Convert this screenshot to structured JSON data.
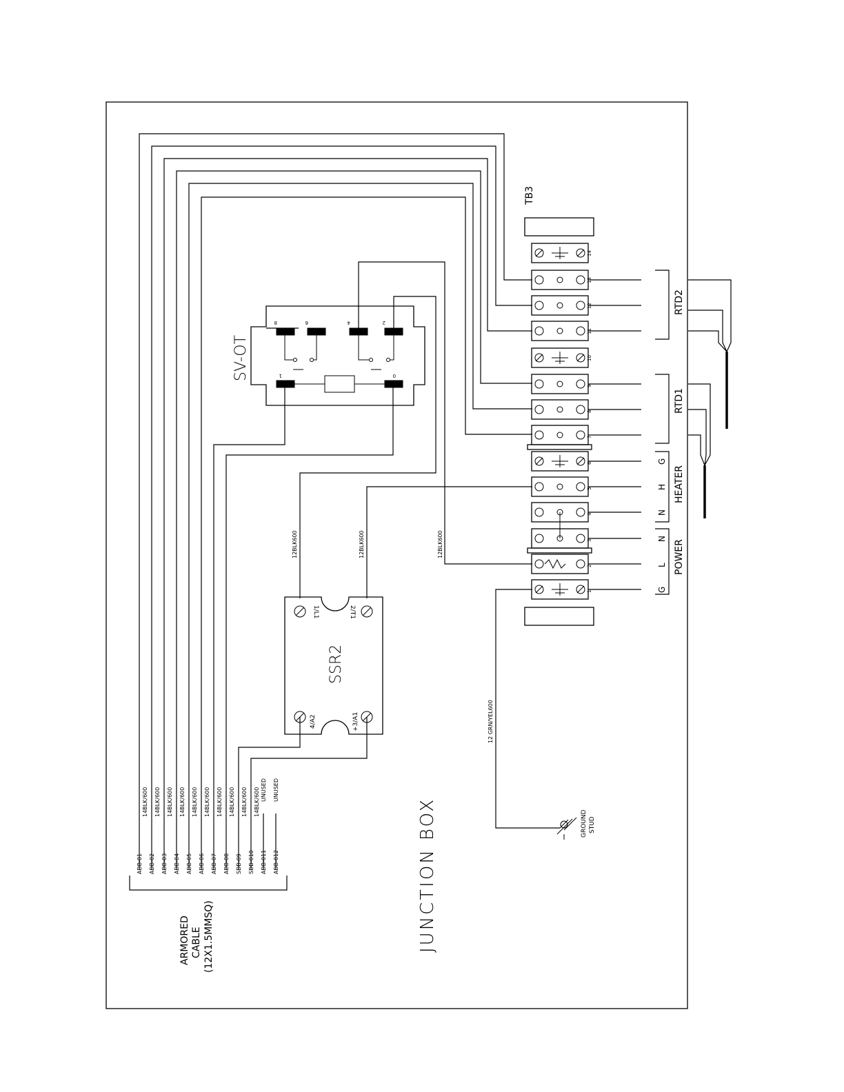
{
  "title": "JUNCTION BOX",
  "cable": {
    "line1": "ARMORED",
    "line2": "CABLE",
    "line3": "(12X1.5MMSQ)",
    "wires": [
      {
        "id": "ADB-01",
        "spec": "14BLK/600"
      },
      {
        "id": "ADB-02",
        "spec": "14BLK/600"
      },
      {
        "id": "ADB-03",
        "spec": "14BLK/600"
      },
      {
        "id": "ADB-04",
        "spec": "14BLK/600"
      },
      {
        "id": "ADB-05",
        "spec": "14BLK/600"
      },
      {
        "id": "ADB-06",
        "spec": "14BLK/600"
      },
      {
        "id": "ADB-07",
        "spec": "14BLK/600"
      },
      {
        "id": "ADB-08",
        "spec": "14BLK/600"
      },
      {
        "id": "SDB-09",
        "spec": "14BLK/600"
      },
      {
        "id": "SDB-010",
        "spec": "14BLK/600"
      },
      {
        "id": "ADB-011",
        "spec": "UNUSED"
      },
      {
        "id": "ADB-012",
        "spec": "UNUSED"
      }
    ]
  },
  "valve": {
    "name": "SV-OT",
    "pins": [
      "8",
      "6",
      "4",
      "2",
      "1",
      "0"
    ]
  },
  "ssr": {
    "name": "SSR2",
    "t1": "1/L1",
    "t2": "2/T1",
    "t3": "4/A2",
    "t4": "+3/A1"
  },
  "wire_labels": {
    "w1": "12BLK600",
    "w2": "12BLK600",
    "w3": "12BLK600",
    "ground": "12 GRN/YEL600"
  },
  "terminal_block": {
    "name": "TB3",
    "numbers": [
      "14",
      "13",
      "12",
      "11",
      "10",
      "9",
      "8",
      "7",
      "6",
      "5",
      "4",
      "3",
      "2",
      "1"
    ]
  },
  "field": {
    "rtd2": "RTD2",
    "rtd1": "RTD1",
    "heater": "HEATER",
    "power": "POWER",
    "g_heater": "G",
    "h_heater": "H",
    "n_heater": "N",
    "n_power": "N",
    "l_power": "L",
    "g_power": "G"
  },
  "ground_stud": {
    "line1": "GROUND",
    "line2": "STUD"
  }
}
